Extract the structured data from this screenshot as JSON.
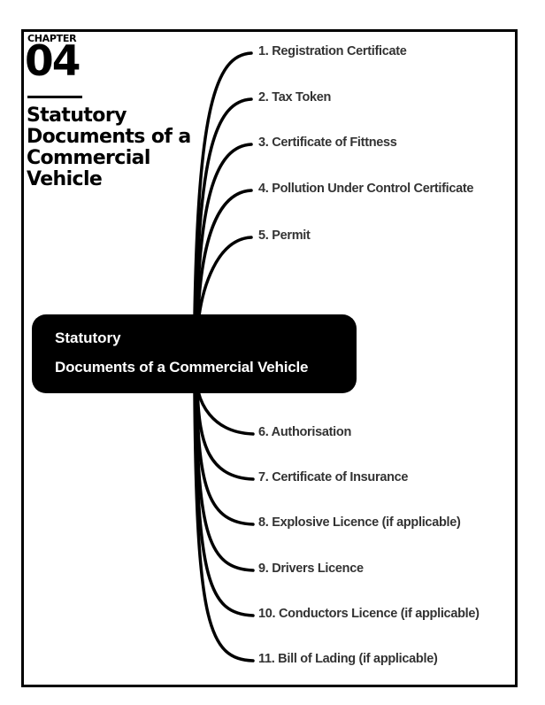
{
  "header": {
    "chapter_label": "CHAPTER",
    "chapter_number": "04",
    "title_lines": [
      "Statutory",
      "Documents of a",
      "Commercial",
      "Vehicle"
    ]
  },
  "center_node": {
    "line1": "Statutory",
    "line2": "Documents of a Commercial Vehicle"
  },
  "upper_items": [
    "1. Registration Certificate",
    "2. Tax Token",
    "3. Certificate of Fittness",
    "4. Pollution Under Control Certificate",
    "5. Permit"
  ],
  "lower_items": [
    "6. Authorisation",
    "7. Certificate of Insurance",
    "8. Explosive Licence (if applicable)",
    "9. Drivers Licence",
    "10. Conductors Licence (if applicable)",
    "11. Bill of Lading (if applicable)"
  ],
  "colors": {
    "ink": "#000000",
    "label_text": "#333333",
    "center_text": "#ffffff"
  }
}
